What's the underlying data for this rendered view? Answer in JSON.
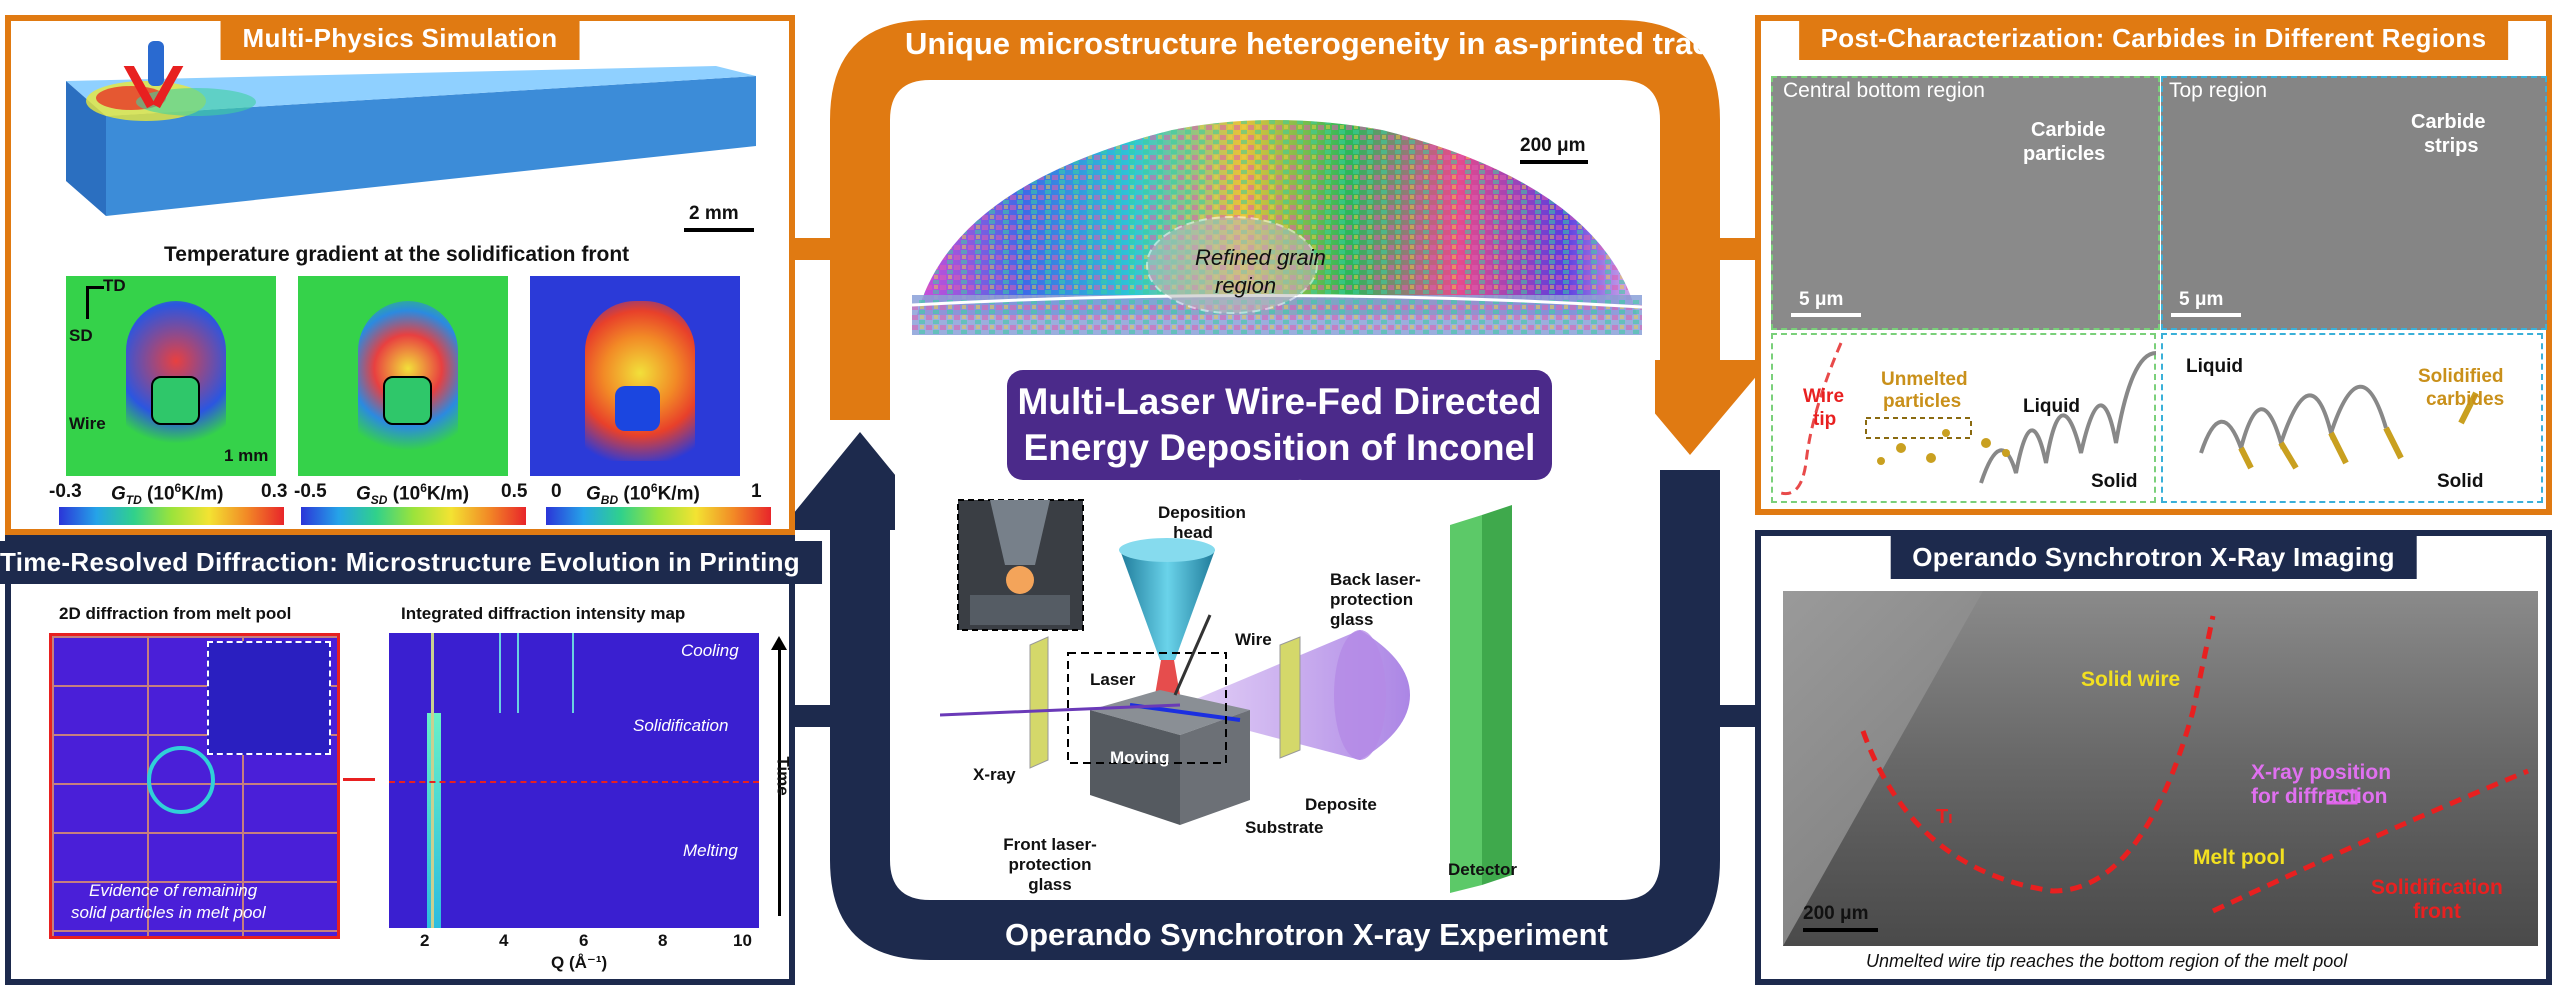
{
  "center": {
    "top_title": "Unique microstructure heterogeneity in as-printed track",
    "main_title_line1": "Multi-Laser Wire-Fed Directed",
    "main_title_line2": "Energy Deposition of Inconel 718",
    "bottom_title": "Operando Synchrotron X-ray Experiment",
    "ebsd_scale": "200 μm",
    "refined_line1": "Refined grain",
    "refined_line2": "region",
    "setup": {
      "deposition_head": "Deposition head",
      "wire": "Wire",
      "laser": "Laser",
      "back_glass": "Back laser-protection glass",
      "xray": "X-ray",
      "moving": "Moving",
      "deposite": "Deposite",
      "substrate": "Substrate",
      "front_glass": "Front laser-protection glass",
      "detector": "Detector"
    }
  },
  "sim": {
    "title": "Multi-Physics Simulation",
    "scale": "2 mm",
    "subtitle": "Temperature gradient at the solidification front",
    "td": "TD",
    "sd": "SD",
    "wire": "Wire",
    "scale2": "1 mm",
    "cbars": [
      {
        "min": "-0.3",
        "label_g": "G",
        "label_sub": "TD",
        "label_rest": " (10",
        "label_exp": "6",
        "label_end": "K/m)",
        "max": "0.3"
      },
      {
        "min": "-0.5",
        "label_g": "G",
        "label_sub": "SD",
        "label_rest": " (10",
        "label_exp": "6",
        "label_end": "K/m)",
        "max": "0.5"
      },
      {
        "min": "0",
        "label_g": "G",
        "label_sub": "BD",
        "label_rest": " (10",
        "label_exp": "6",
        "label_end": "K/m)",
        "max": "1"
      }
    ]
  },
  "diff": {
    "title": "Time-Resolved Diffraction: Microstructure Evolution in Printing",
    "left_caption": "2D diffraction from melt pool",
    "right_caption": "Integrated diffraction intensity map",
    "evidence_line1": "Evidence of remaining",
    "evidence_line2": "solid particles in melt pool",
    "cooling": "Cooling",
    "solidification": "Solidification",
    "melting": "Melting",
    "time": "Time",
    "x_ticks": [
      "2",
      "4",
      "6",
      "8",
      "10"
    ],
    "x_label": "Q (Å⁻¹)"
  },
  "post": {
    "title": "Post-Characterization: Carbides in Different Regions",
    "left_region": "Central bottom region",
    "right_region": "Top region",
    "carbide_particles_1": "Carbide",
    "carbide_particles_2": "particles",
    "carbide_strips_1": "Carbide",
    "carbide_strips_2": "strips",
    "scale": "5 μm",
    "wire_tip_1": "Wire",
    "wire_tip_2": "tip",
    "unmelted_1": "Unmelted",
    "unmelted_2": "particles",
    "liquid": "Liquid",
    "solid": "Solid",
    "solidified_1": "Solidified",
    "solidified_2": "carbides"
  },
  "imaging": {
    "title": "Operando Synchrotron X-Ray Imaging",
    "solid_wire": "Solid wire",
    "xray_pos_1": "X-ray position",
    "xray_pos_2": "for diffraction",
    "melt_pool": "Melt pool",
    "solid_front_1": "Solidification",
    "solid_front_2": "front",
    "t_l": "Tₗ",
    "scale": "200 μm",
    "caption": "Unmelted wire tip reaches the bottom region of the melt pool"
  },
  "colors": {
    "orange": "#e07a12",
    "navy": "#1d2a4d",
    "purple": "#4b2a8a"
  }
}
